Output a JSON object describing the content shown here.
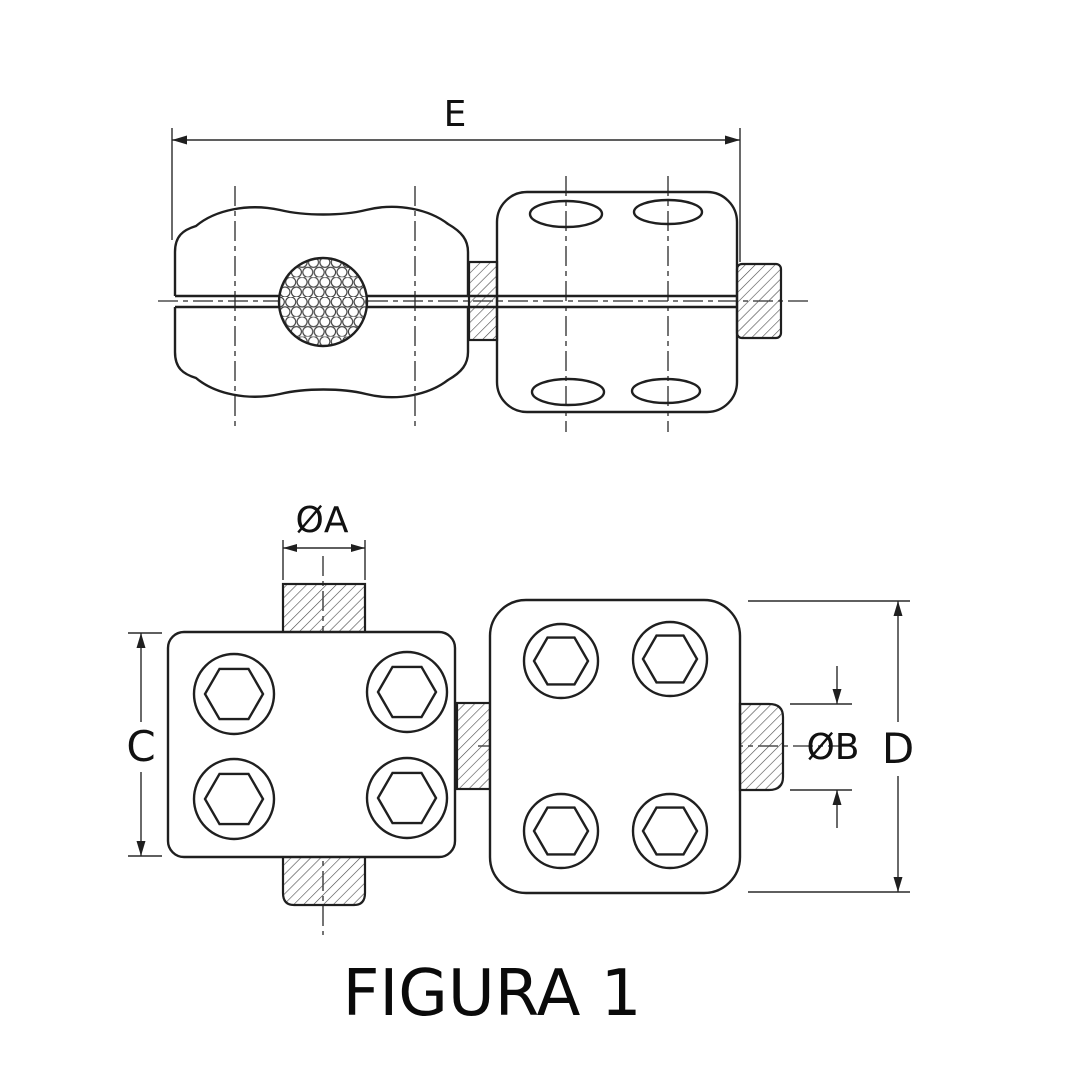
{
  "figure": {
    "title": "FIGURA 1"
  },
  "dim_labels": {
    "overall_length": "E",
    "conductor_diameter": "ØA",
    "body_height": "C",
    "stud_diameter": "ØB",
    "overall_height": "D"
  },
  "colors": {
    "line": "#1f1f1f",
    "background": "#ffffff"
  }
}
